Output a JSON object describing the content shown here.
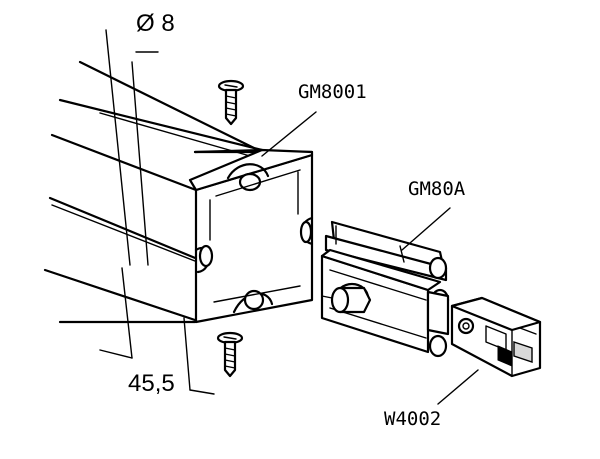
{
  "labels": {
    "diameter": "Ø 8",
    "width": "45,5",
    "profile": "GM8001",
    "connector": "GM80A",
    "adapter": "W4002"
  }
}
